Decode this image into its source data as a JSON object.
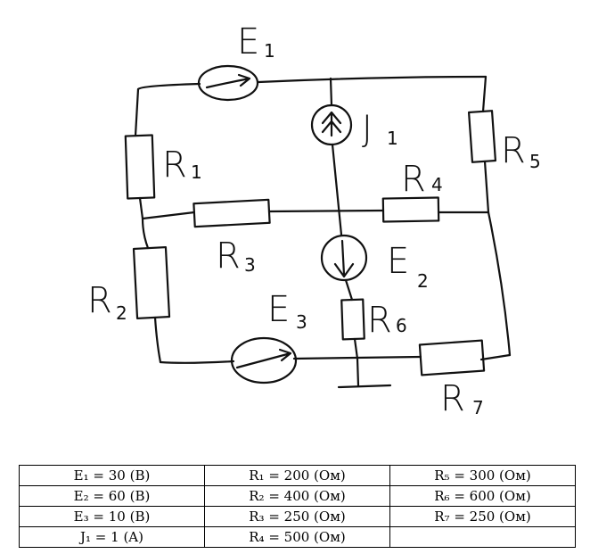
{
  "labels": {
    "E1": "E",
    "E1_sub": "1",
    "J1": "J",
    "J1_sub": "1",
    "R1": "R",
    "R1_sub": "1",
    "R2": "R",
    "R2_sub": "2",
    "R3": "R",
    "R3_sub": "3",
    "R4": "R",
    "R4_sub": "4",
    "R5": "R",
    "R5_sub": "5",
    "E2": "E",
    "E2_sub": "2",
    "E3": "E",
    "E3_sub": "3",
    "R6": "R",
    "R6_sub": "6",
    "R7": "R",
    "R7_sub": "7"
  },
  "table": {
    "rows": [
      [
        "E₁ = 30 (B)",
        "R₁ = 200 (Ом)",
        "R₅ = 300 (Ом)"
      ],
      [
        "E₂ = 60 (B)",
        "R₂ = 400 (Ом)",
        "R₆ = 600 (Ом)"
      ],
      [
        "E₃ = 10 (B)",
        "R₃ = 250 (Ом)",
        "R₇ = 250 (Ом)"
      ],
      [
        "J₁ = 1 (A)",
        "R₄ = 500 (Ом)",
        ""
      ]
    ]
  }
}
